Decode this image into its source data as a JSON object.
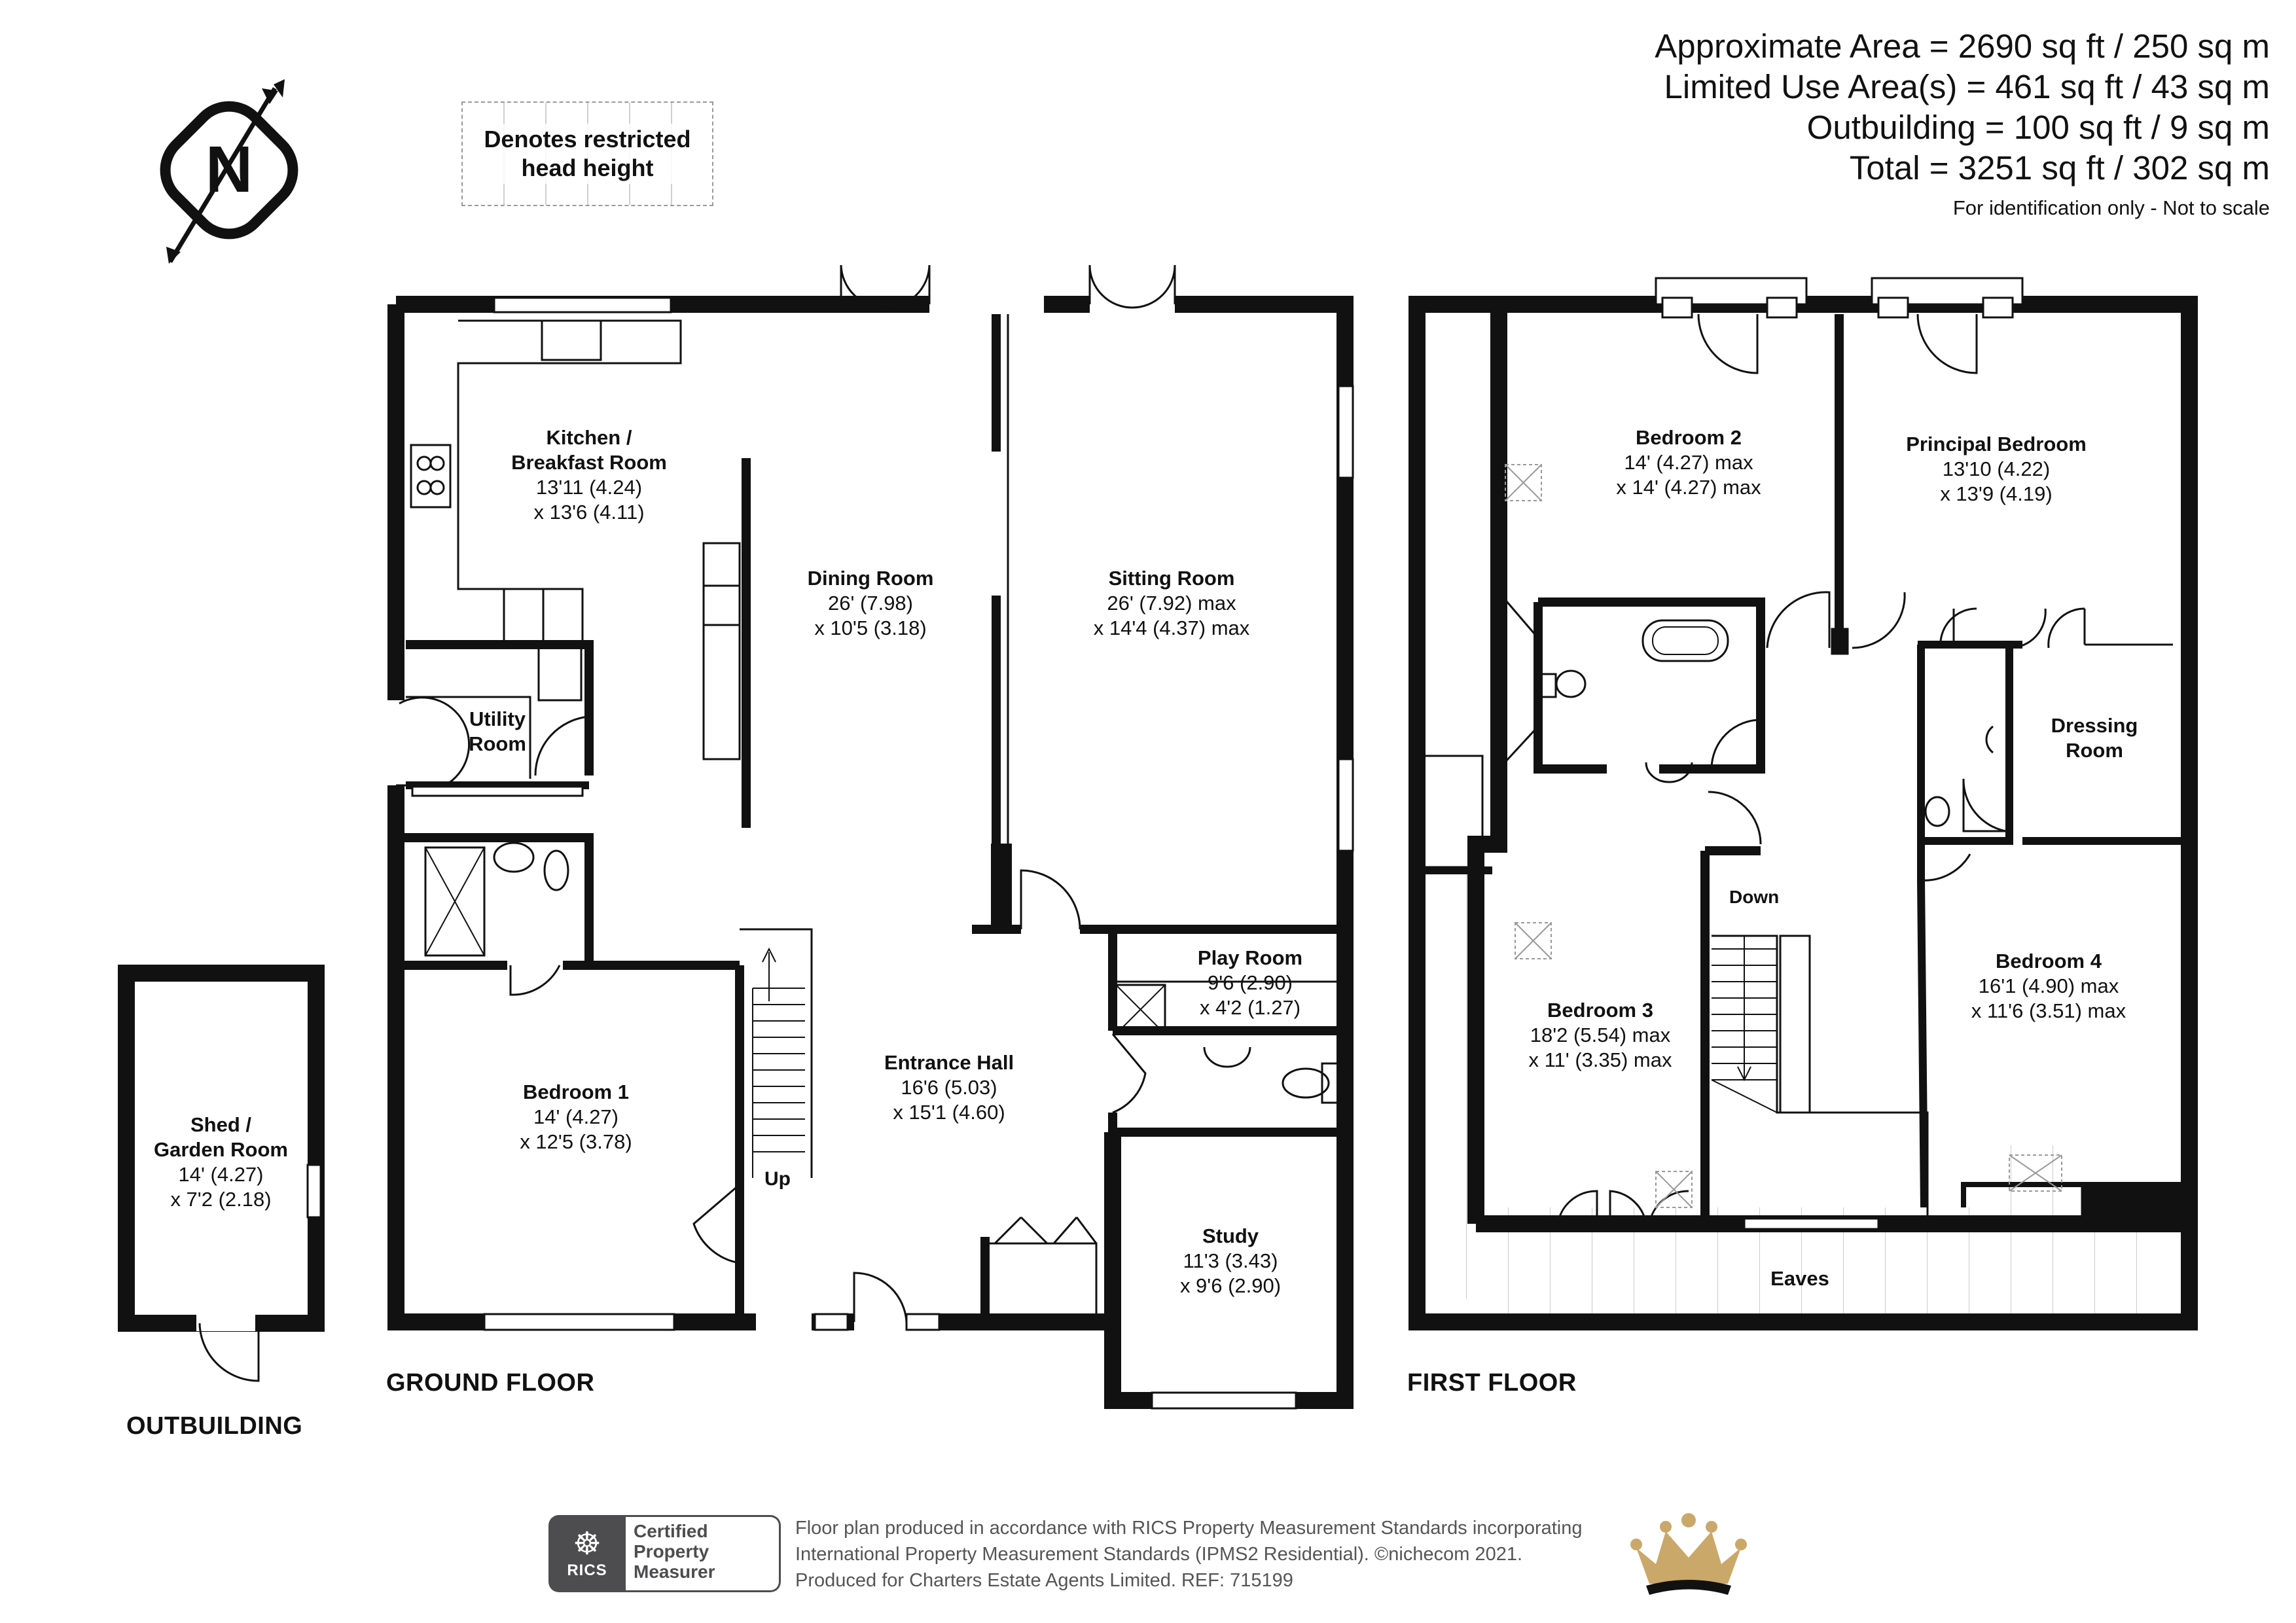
{
  "area": {
    "approximate": "Approximate Area = 2690 sq ft / 250 sq m",
    "limited_use": "Limited Use Area(s) = 461 sq ft / 43 sq m",
    "outbuilding": "Outbuilding = 100 sq ft / 9 sq m",
    "total": "Total = 3251 sq ft / 302 sq m",
    "note": "For identification only - Not to scale"
  },
  "legend": {
    "line1": "Denotes restricted",
    "line2": "head height"
  },
  "compass": {
    "letter": "N",
    "icon": "north-compass-icon"
  },
  "ground_floor": {
    "label": "GROUND FLOOR",
    "rooms": {
      "kitchen": {
        "name1": "Kitchen /",
        "name2": "Breakfast Room",
        "dim1": "13'11 (4.24)",
        "dim2": "x 13'6 (4.11)"
      },
      "utility": {
        "name1": "Utility",
        "name2": "Room"
      },
      "dining": {
        "name": "Dining Room",
        "dim1": "26' (7.98)",
        "dim2": "x 10'5 (3.18)"
      },
      "sitting": {
        "name": "Sitting Room",
        "dim1": "26' (7.92) max",
        "dim2": "x 14'4 (4.37) max"
      },
      "play": {
        "name": "Play Room",
        "dim1": "9'6 (2.90)",
        "dim2": "x 4'2 (1.27)"
      },
      "entrance": {
        "name": "Entrance Hall",
        "dim1": "16'6 (5.03)",
        "dim2": "x 15'1 (4.60)"
      },
      "bedroom1": {
        "name": "Bedroom 1",
        "dim1": "14' (4.27)",
        "dim2": "x 12'5 (3.78)"
      },
      "study": {
        "name": "Study",
        "dim1": "11'3 (3.43)",
        "dim2": "x 9'6 (2.90)"
      }
    },
    "stairs_label": "Up"
  },
  "outbuilding": {
    "label": "OUTBUILDING",
    "shed": {
      "name1": "Shed /",
      "name2": "Garden Room",
      "dim1": "14' (4.27)",
      "dim2": "x 7'2 (2.18)"
    }
  },
  "first_floor": {
    "label": "FIRST FLOOR",
    "rooms": {
      "bedroom2": {
        "name": "Bedroom 2",
        "dim1": "14' (4.27) max",
        "dim2": "x 14' (4.27) max"
      },
      "principal": {
        "name": "Principal Bedroom",
        "dim1": "13'10 (4.22)",
        "dim2": "x 13'9 (4.19)"
      },
      "dressing": {
        "name1": "Dressing",
        "name2": "Room"
      },
      "bedroom3": {
        "name": "Bedroom 3",
        "dim1": "18'2 (5.54) max",
        "dim2": "x 11' (3.35) max"
      },
      "bedroom4": {
        "name": "Bedroom 4",
        "dim1": "16'1 (4.90) max",
        "dim2": "x 11'6 (3.51) max"
      },
      "eaves": {
        "name": "Eaves"
      }
    },
    "stairs_label": "Down"
  },
  "footer": {
    "rics_seal": "RICS",
    "rics_line1": "Certified",
    "rics_line2": "Property",
    "rics_line3": "Measurer",
    "line1": "Floor plan produced in accordance with RICS Property Measurement Standards incorporating",
    "line2": "International Property Measurement Standards (IPMS2 Residential).  ©nichecom 2021.",
    "line3": "Produced for Charters Estate Agents Limited.   REF:  715199",
    "crown_icon": "crown-logo-icon"
  }
}
